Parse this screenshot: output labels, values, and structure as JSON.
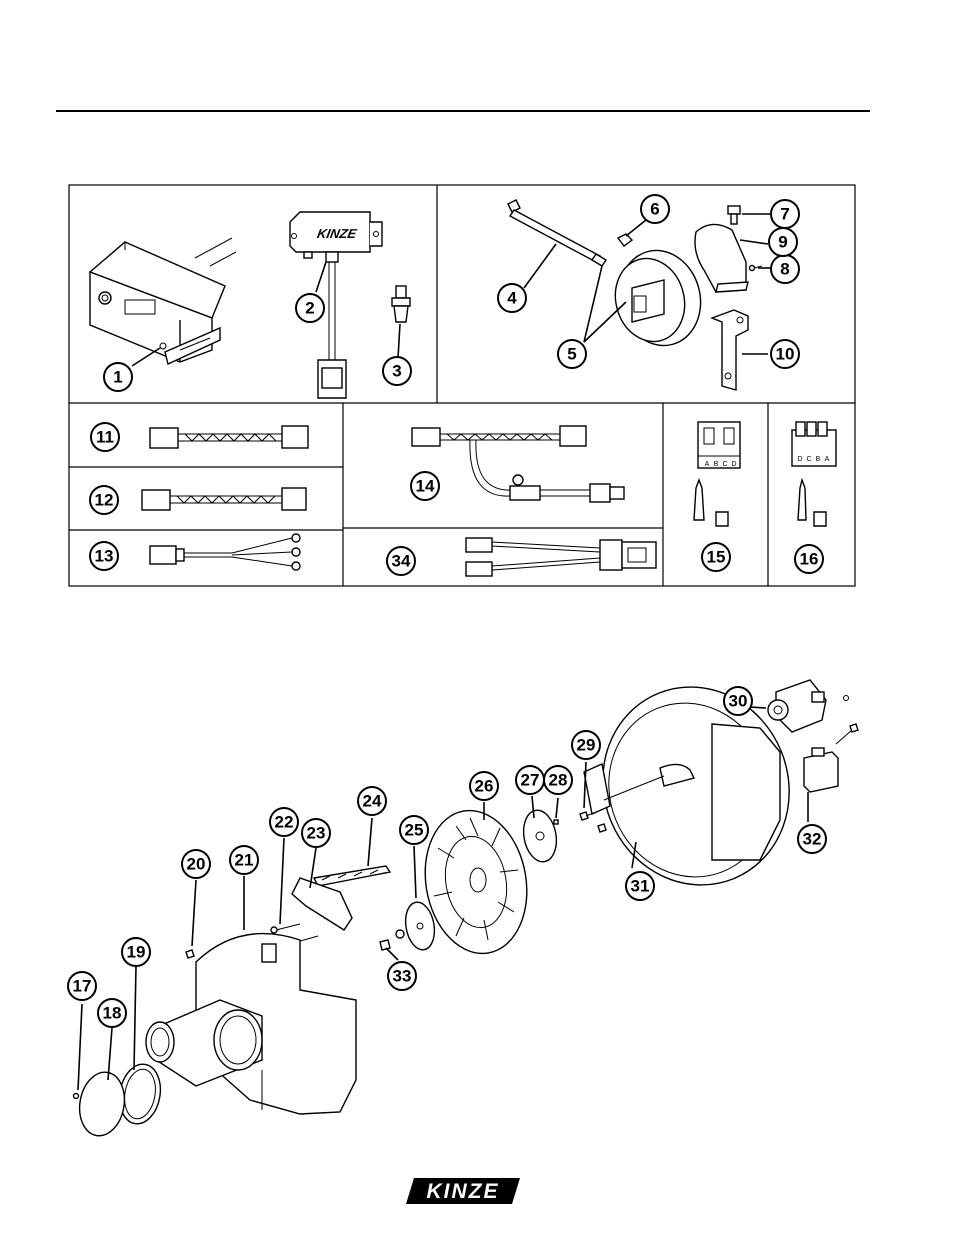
{
  "module_logo_text": "KINZE",
  "footer_logo_text": "KINZE",
  "callouts": [
    {
      "id": "c1",
      "label": "1"
    },
    {
      "id": "c2",
      "label": "2"
    },
    {
      "id": "c3",
      "label": "3"
    },
    {
      "id": "c4",
      "label": "4"
    },
    {
      "id": "c5",
      "label": "5"
    },
    {
      "id": "c6",
      "label": "6"
    },
    {
      "id": "c7",
      "label": "7"
    },
    {
      "id": "c8",
      "label": "8"
    },
    {
      "id": "c9",
      "label": "9"
    },
    {
      "id": "c10",
      "label": "10"
    },
    {
      "id": "c11",
      "label": "11"
    },
    {
      "id": "c12",
      "label": "12"
    },
    {
      "id": "c13",
      "label": "13"
    },
    {
      "id": "c14",
      "label": "14"
    },
    {
      "id": "c15",
      "label": "15"
    },
    {
      "id": "c16",
      "label": "16"
    },
    {
      "id": "c17",
      "label": "17"
    },
    {
      "id": "c18",
      "label": "18"
    },
    {
      "id": "c19",
      "label": "19"
    },
    {
      "id": "c20",
      "label": "20"
    },
    {
      "id": "c21",
      "label": "21"
    },
    {
      "id": "c22",
      "label": "22"
    },
    {
      "id": "c23",
      "label": "23"
    },
    {
      "id": "c24",
      "label": "24"
    },
    {
      "id": "c25",
      "label": "25"
    },
    {
      "id": "c26",
      "label": "26"
    },
    {
      "id": "c27",
      "label": "27"
    },
    {
      "id": "c28",
      "label": "28"
    },
    {
      "id": "c29",
      "label": "29"
    },
    {
      "id": "c30",
      "label": "30"
    },
    {
      "id": "c31",
      "label": "31"
    },
    {
      "id": "c32",
      "label": "32"
    },
    {
      "id": "c33",
      "label": "33"
    },
    {
      "id": "c34",
      "label": "34"
    }
  ],
  "connector_pins_15": [
    "A",
    "B",
    "C",
    "D"
  ],
  "connector_pins_16": [
    "D",
    "C",
    "B",
    "A"
  ]
}
